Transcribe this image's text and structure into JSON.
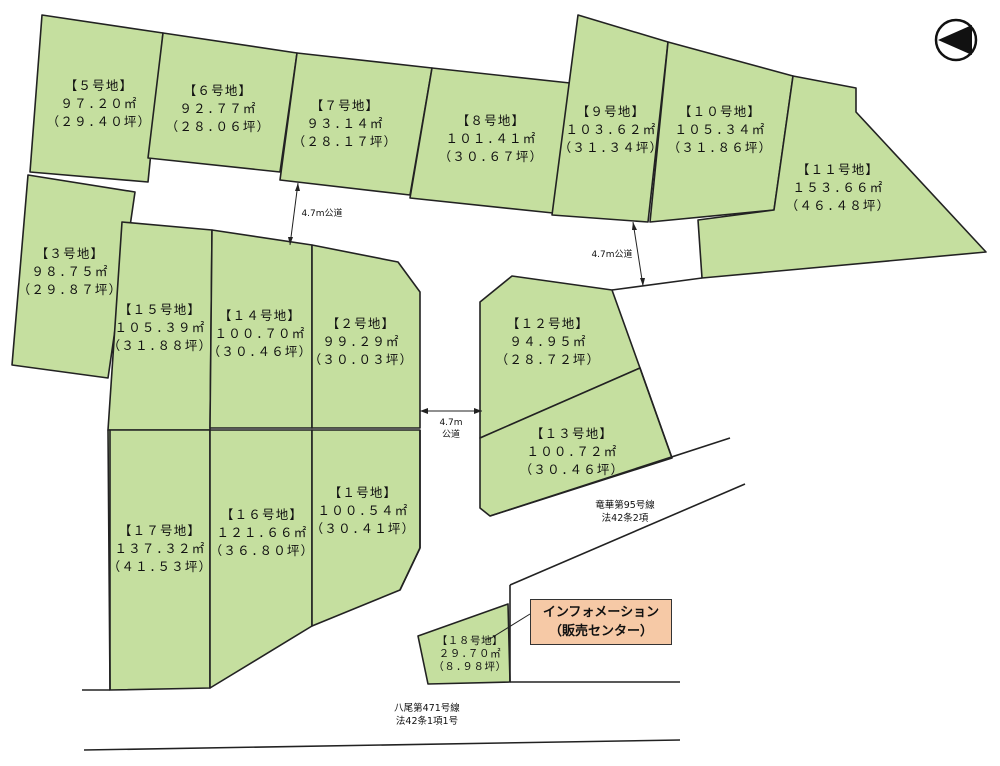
{
  "lots": [
    {
      "id": "5",
      "name": "【５号地】",
      "area": "９７.２０㎡",
      "tsubo": "（２９.４０坪）"
    },
    {
      "id": "6",
      "name": "【６号地】",
      "area": "９２.７７㎡",
      "tsubo": "（２８.０６坪）"
    },
    {
      "id": "7",
      "name": "【７号地】",
      "area": "９３.１４㎡",
      "tsubo": "（２８.１７坪）"
    },
    {
      "id": "8",
      "name": "【８号地】",
      "area": "１０１.４１㎡",
      "tsubo": "（３０.６７坪）"
    },
    {
      "id": "9",
      "name": "【９号地】",
      "area": "１０３.６２㎡",
      "tsubo": "（３１.３４坪）"
    },
    {
      "id": "10",
      "name": "【１０号地】",
      "area": "１０５.３４㎡",
      "tsubo": "（３１.８６坪）"
    },
    {
      "id": "11",
      "name": "【１１号地】",
      "area": "１５３.６６㎡",
      "tsubo": "（４６.４８坪）"
    },
    {
      "id": "3",
      "name": "【３号地】",
      "area": "９８.７５㎡",
      "tsubo": "（２９.８７坪）"
    },
    {
      "id": "15",
      "name": "【１５号地】",
      "area": "１０５.３９㎡",
      "tsubo": "（３１.８８坪）"
    },
    {
      "id": "14",
      "name": "【１４号地】",
      "area": "１００.７０㎡",
      "tsubo": "（３０.４６坪）"
    },
    {
      "id": "2",
      "name": "【２号地】",
      "area": "９９.２９㎡",
      "tsubo": "（３０.０３坪）"
    },
    {
      "id": "12",
      "name": "【１２号地】",
      "area": "９４.９５㎡",
      "tsubo": "（２８.７２坪）"
    },
    {
      "id": "13",
      "name": "【１３号地】",
      "area": "１００.７２㎡",
      "tsubo": "（３０.４６坪）"
    },
    {
      "id": "17",
      "name": "【１７号地】",
      "area": "１３７.３２㎡",
      "tsubo": "（４１.５３坪）"
    },
    {
      "id": "16",
      "name": "【１６号地】",
      "area": "１２１.６６㎡",
      "tsubo": "（３６.８０坪）"
    },
    {
      "id": "1",
      "name": "【１号地】",
      "area": "１００.５４㎡",
      "tsubo": "（３０.４１坪）"
    },
    {
      "id": "18",
      "name": "【１８号地】",
      "area": "２９.７０㎡",
      "tsubo": "（８.９８坪）"
    }
  ],
  "roads": {
    "width_upper": "4.7m公道",
    "width_right": "4.7m公道",
    "width_center_1": "4.7m",
    "width_center_2": "公道",
    "east_road_1": "竜華第95号線",
    "east_road_2": "法42条2項",
    "south_road_1": "八尾第471号線",
    "south_road_2": "法42条1項1号"
  },
  "info": {
    "line1": "インフォメーション",
    "line2": "（販売センター）"
  },
  "colors": {
    "lot_fill": "#c5df9f",
    "info_fill": "#f6c9a6"
  },
  "compass": {
    "icon": "north-arrow-icon"
  }
}
